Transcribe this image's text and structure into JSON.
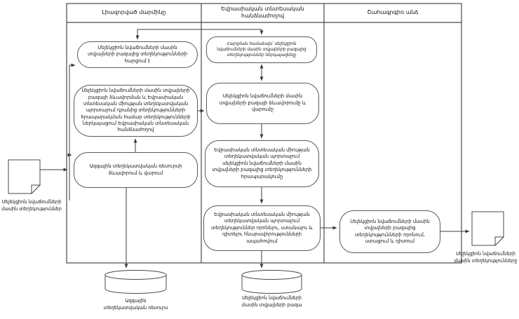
{
  "lanes": [
    {
      "label": "Լիազորված մարմինը"
    },
    {
      "label": "Եվրասիական տնտեսական հանձնաժողով"
    },
    {
      "label": "Շահագրգիռ անձ"
    }
  ],
  "boxes": {
    "l1": "Սելեկցիոն նվաճումների մասին տվյալների բազայից տեղեկությունների հարցում է",
    "l2": "Սելեկցիոն նվաճումների մասին տվյալների բազայի ձևավորման և Եվրասիական տնտեսական միության տեղեկատվական պորտալում դրանից տեղեկությունների հրապարակման համար տեղեկությունների ներկայացում Եվրասիական տնտեսական հանձնաժողով",
    "l3": "Ազգային տեղեկատվական ռեսուրսի ձևավորում և վարում",
    "m1": "Հարցման համաձայն՝ սելեկցիոն նվաճումների մասին տվյալների բազայից տեղեկություններ ներկայացնելը",
    "m2": "Սելեկցիոն նվաճումների մասին տվյալների բազայի ձևավորումը և վարումը",
    "m3": "Եվրասիական տնտեսական միության տեղեկատվական պորտալում սելեկցիոն նվաճումների մասին տվյալների բազայից տեղեկությունների հրապարակումը",
    "m4": "Եվրասիական տնտեսական միության տեղեկատվական պորտալում տեղեկություններ որոնելու, ստանալու և դիտելու հնարավորությունների ապահովում",
    "r1": "Սելեկցիոն նվաճումների մասին տվյալների բազայից տեղեկությունների որոնում, ստացում և դիտում"
  },
  "documents": {
    "input_label": "Սելեկցիոն նվաճումների մասին տեղեկություններ",
    "output_label": "Սելեկցիոն նվաճումների մասին տեղեկությունները"
  },
  "databases": {
    "national_label": "Ազգային տեղեկատվական ռեսուրս",
    "selection_label": "Սելեկցիոն նվաճումների մասին տվյալների բազա"
  },
  "colors": {
    "line": "#4a4a4a",
    "text": "#111111",
    "background": "#ffffff"
  }
}
